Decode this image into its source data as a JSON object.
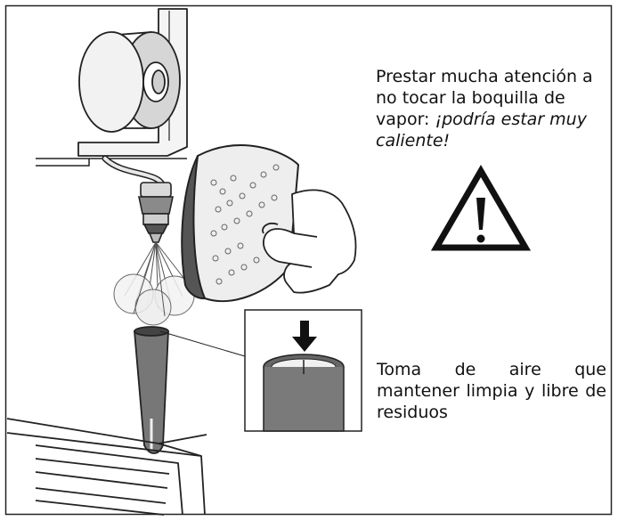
{
  "warning": {
    "text": "Prestar mucha atención a no tocar la boquilla de vapor: ",
    "emphasis": "¡podría estar muy caliente!"
  },
  "note": {
    "text": "Toma de aire que mantener limpia y libre de residuos"
  }
}
